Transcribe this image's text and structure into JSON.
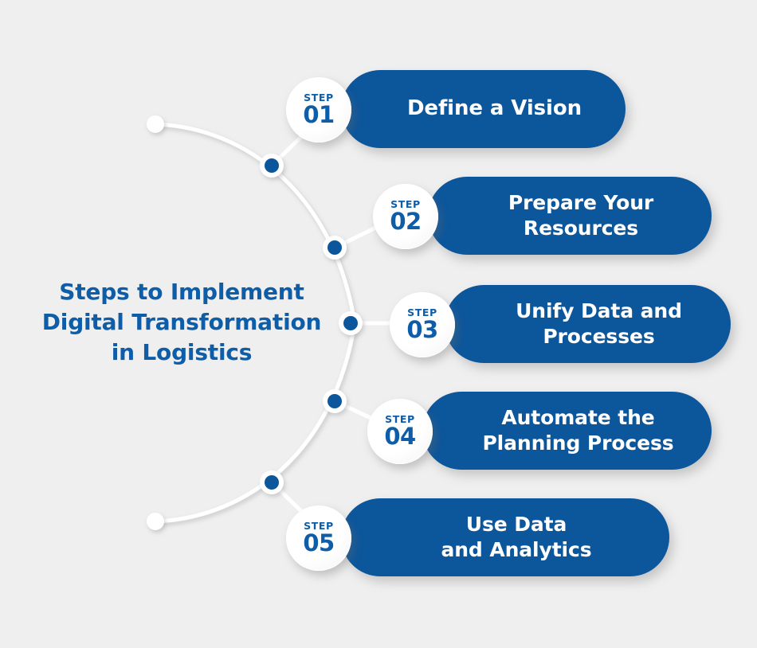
{
  "background_color": "#efefef",
  "accent_color": "#0c569b",
  "badge_text_color": "#0d5da8",
  "pill_text_color": "#ffffff",
  "title": {
    "lines": [
      "Steps to Implement",
      "Digital Transformation",
      "in Logistics"
    ],
    "full": "Steps to Implement Digital Transformation in Logistics"
  },
  "steps": [
    {
      "step_word": "STEP",
      "number": "01",
      "label": "Define a Vision",
      "label_lines": [
        "Define a Vision"
      ]
    },
    {
      "step_word": "STEP",
      "number": "02",
      "label": "Prepare Your Resources",
      "label_lines": [
        "Prepare Your",
        "Resources"
      ]
    },
    {
      "step_word": "STEP",
      "number": "03",
      "label": "Unify Data and Processes",
      "label_lines": [
        "Unify Data and",
        "Processes"
      ]
    },
    {
      "step_word": "STEP",
      "number": "04",
      "label": "Automate the Planning Process",
      "label_lines": [
        "Automate the",
        "Planning Process"
      ]
    },
    {
      "step_word": "STEP",
      "number": "05",
      "label": "Use Data and Analytics",
      "label_lines": [
        "Use Data",
        "and Analytics"
      ]
    }
  ]
}
